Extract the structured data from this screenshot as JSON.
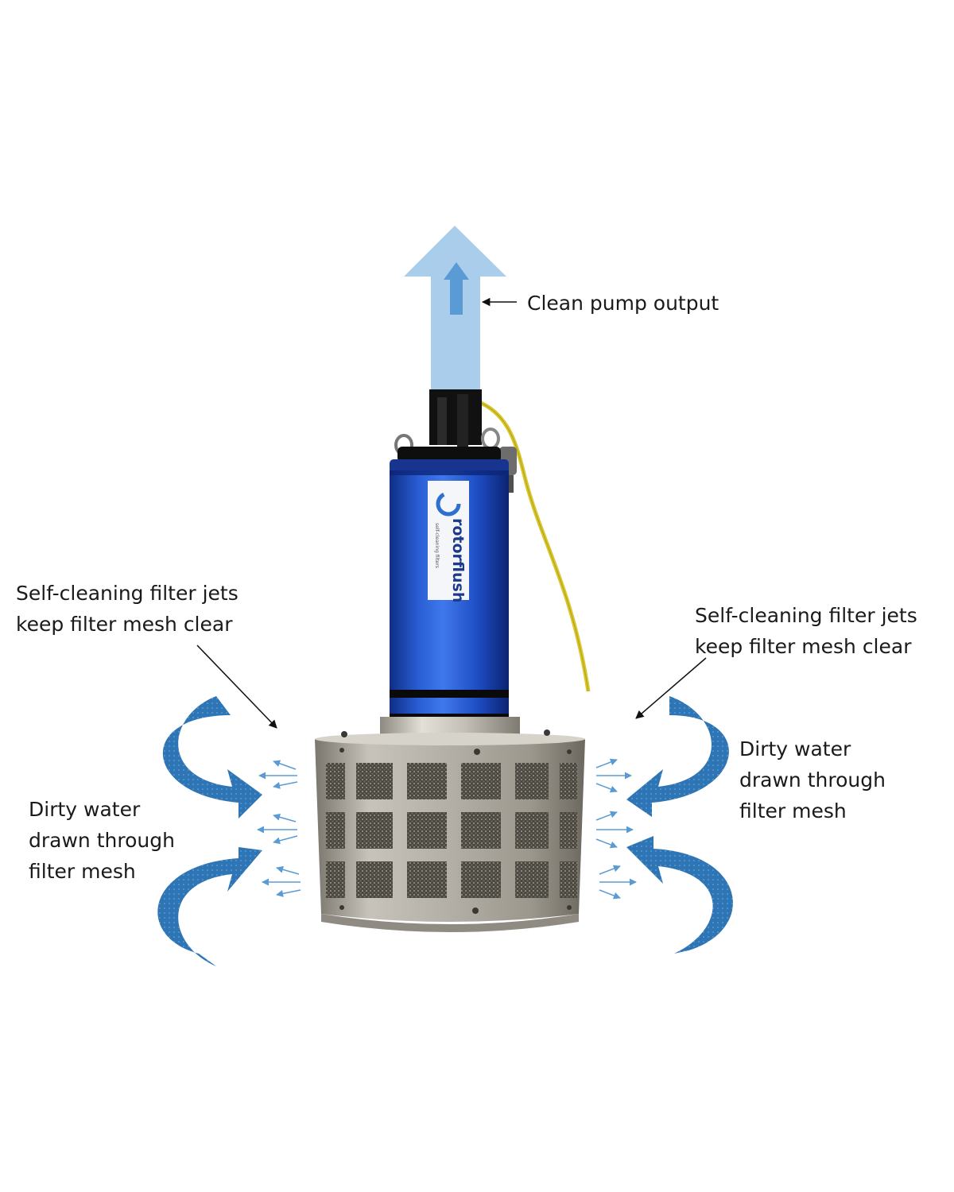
{
  "labels": {
    "output": "Clean pump output",
    "jets_left": [
      "Self-cleaning filter jets",
      "keep filter mesh clear"
    ],
    "jets_right": [
      "Self-cleaning filter jets",
      "keep filter mesh clear"
    ],
    "dirty_left": [
      "Dirty water",
      "drawn through",
      "filter mesh"
    ],
    "dirty_right": [
      "Dirty water",
      "drawn through",
      "filter mesh"
    ]
  },
  "brand": {
    "name": "rotorflush",
    "tagline": "self-cleaning filters"
  },
  "colors": {
    "output_arrow": "#a9cdea",
    "output_arrow_inner": "#5b9bd5",
    "pump_body": "#1f4fc4",
    "mesh_housing": "#a8a49b",
    "water_arrows": "#2e75b6",
    "jet_arrows": "#5b9bd5",
    "hose": "#d8c62a"
  }
}
